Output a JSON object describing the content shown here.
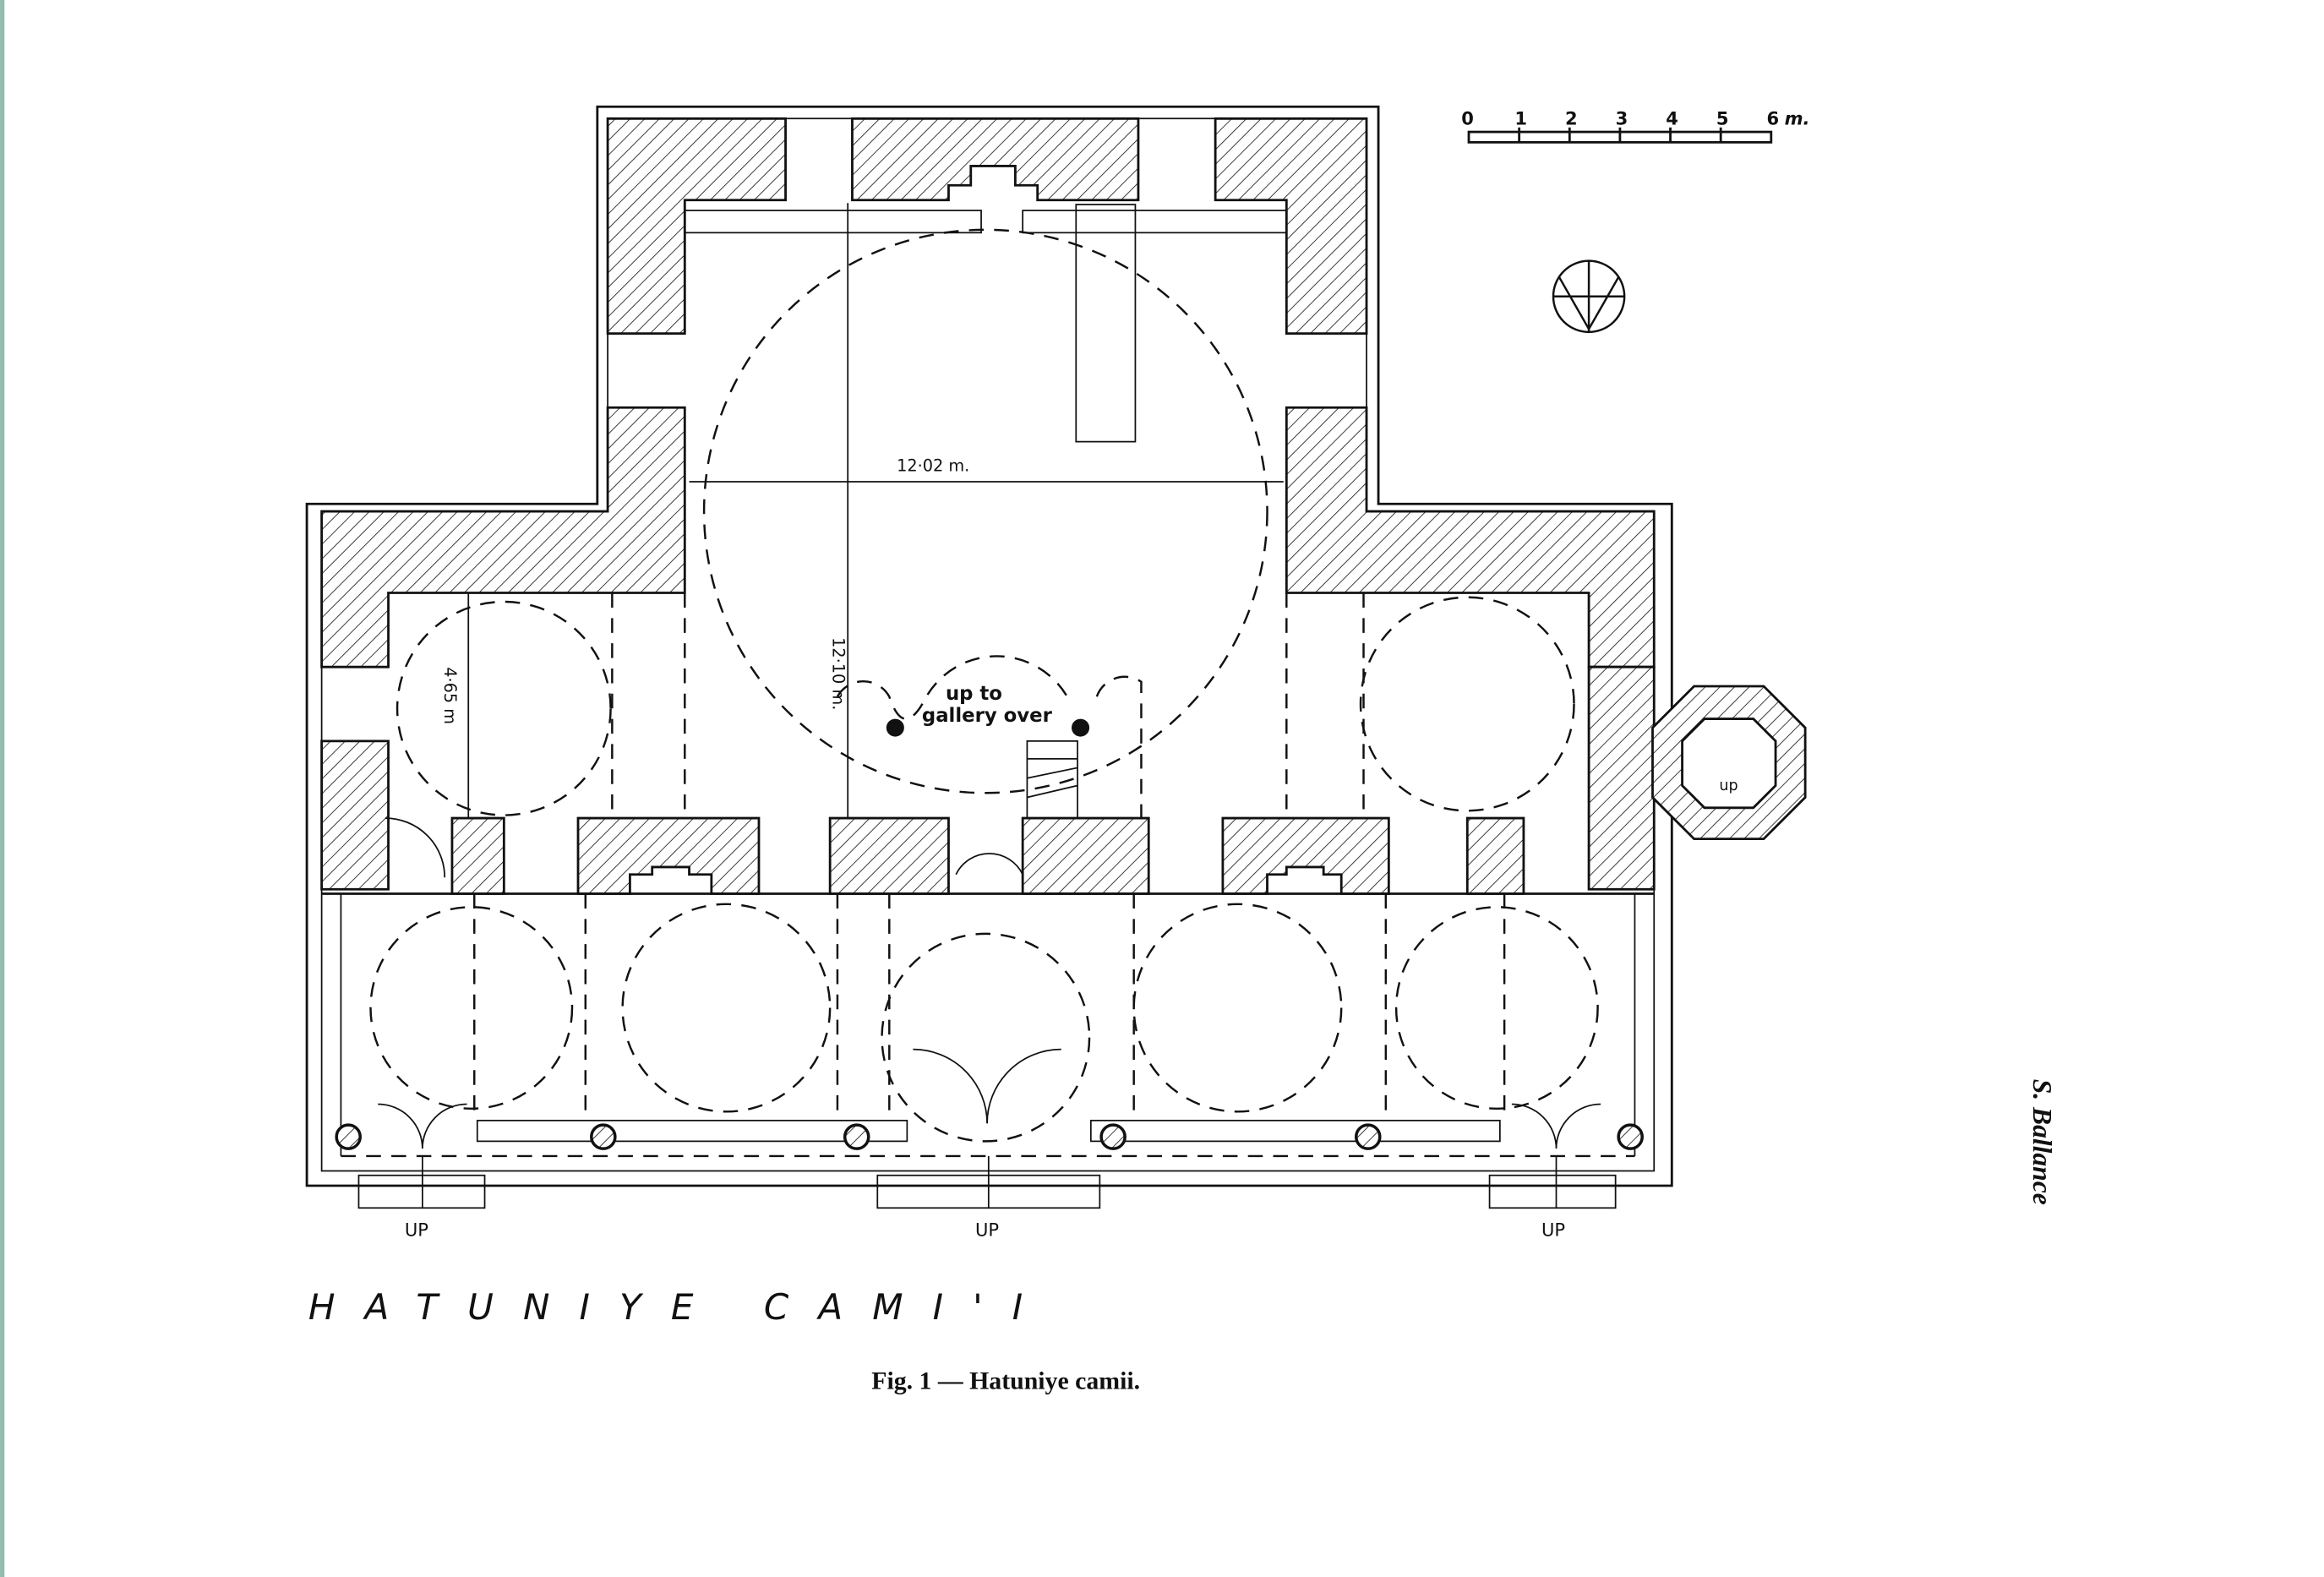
{
  "plan": {
    "title": "HATUNIYE CAMI'I",
    "caption": "Fig. 1 — Hatuniye camii.",
    "author": "S. Ballance",
    "dimensions": {
      "dome_width": "12·02 m.",
      "dome_depth": "12·10 m.",
      "side_bay": "4·65 m"
    },
    "annotations": {
      "gallery_line1": "up to",
      "gallery_line2": "gallery over",
      "up_left": "UP",
      "up_center": "UP",
      "up_right": "UP",
      "up_minaret": "up"
    },
    "scale_bar": {
      "labels": [
        "0",
        "1",
        "2",
        "3",
        "4",
        "5",
        "6"
      ],
      "unit": "m."
    },
    "colors": {
      "ink": "#111111",
      "paper": "#ffffff",
      "edge": "#2a7a5a"
    }
  }
}
